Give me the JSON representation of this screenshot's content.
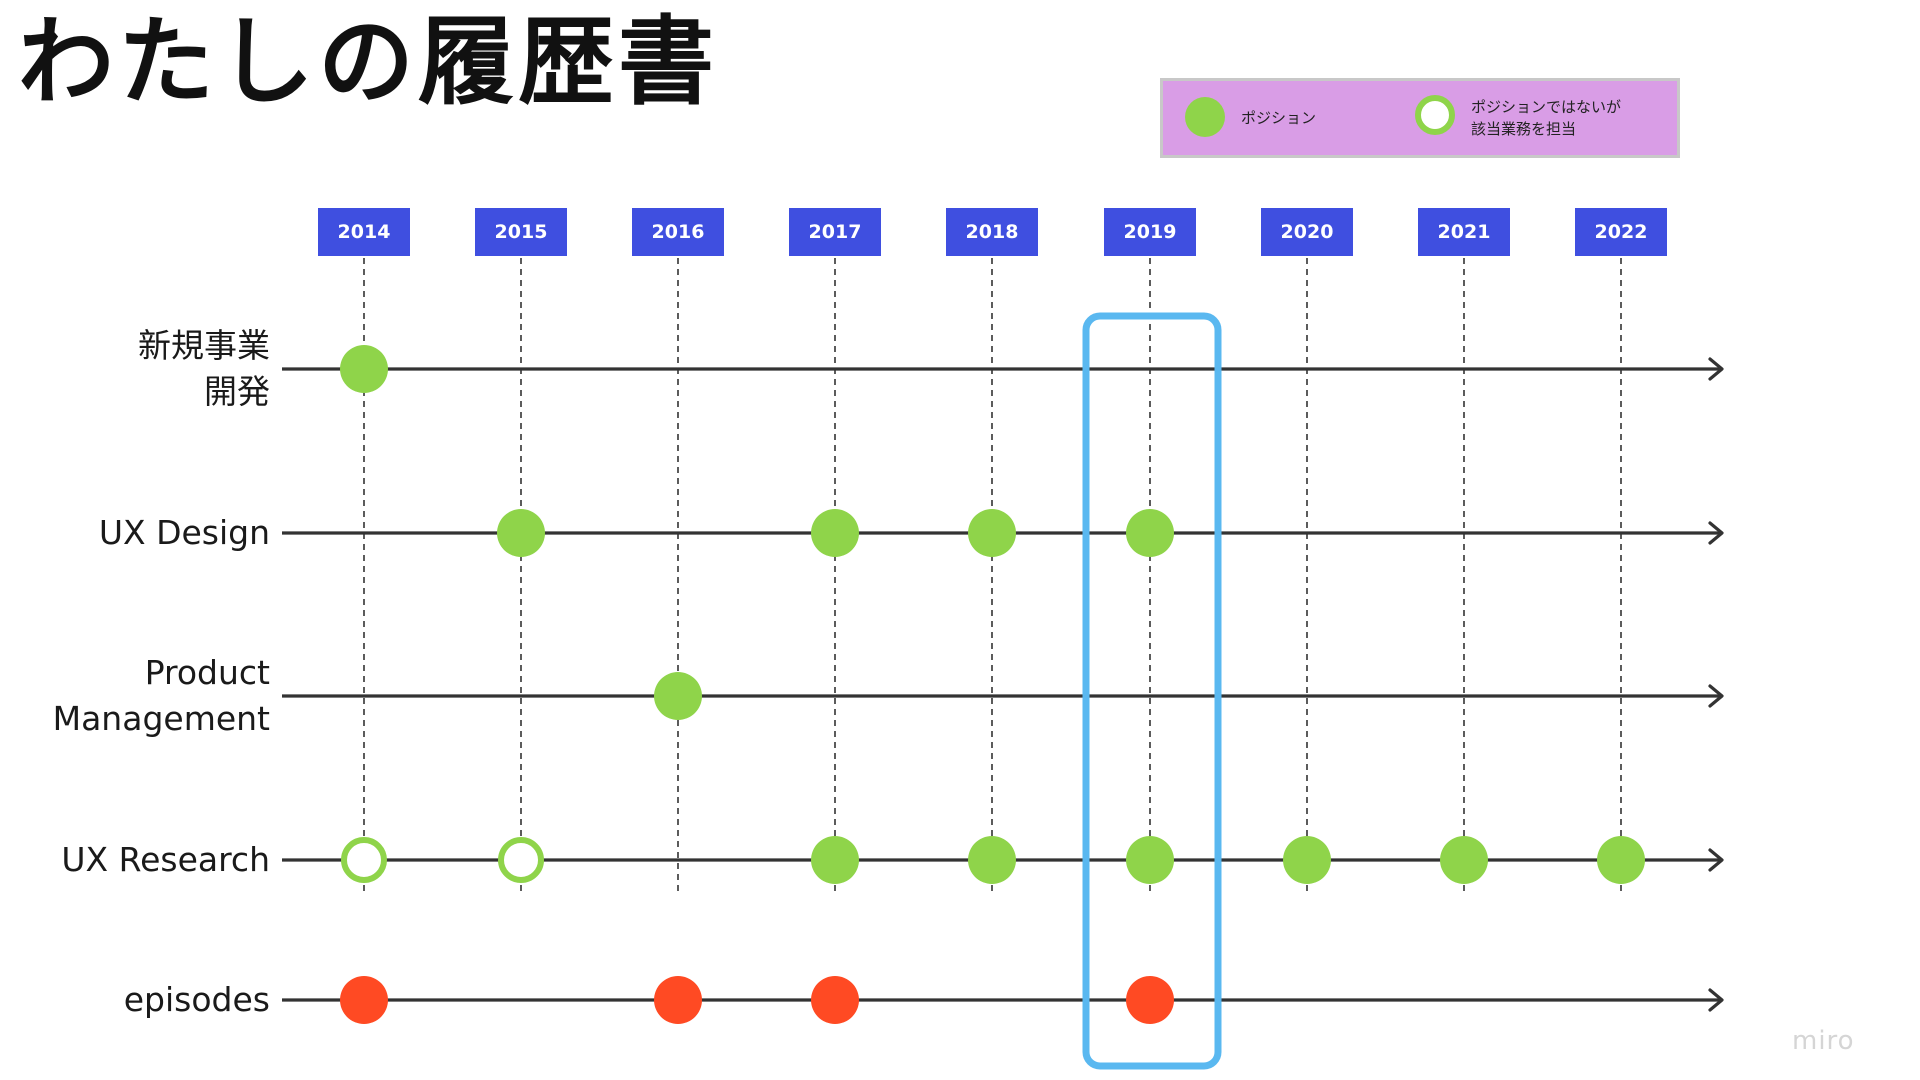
{
  "title": "わたしの履歴書",
  "legend": {
    "position_label": "ポジション",
    "task_line1": "ポジションではないが",
    "task_line2": "該当業務を担当"
  },
  "years": [
    "2014",
    "2015",
    "2016",
    "2017",
    "2018",
    "2019",
    "2020",
    "2021",
    "2022"
  ],
  "rows": [
    {
      "label_lines": [
        "新規事業",
        "開発"
      ],
      "markers": [
        {
          "year": "2014",
          "kind": "position"
        }
      ]
    },
    {
      "label_lines": [
        "UX Design"
      ],
      "markers": [
        {
          "year": "2015",
          "kind": "position"
        },
        {
          "year": "2017",
          "kind": "position"
        },
        {
          "year": "2018",
          "kind": "position"
        },
        {
          "year": "2019",
          "kind": "position"
        }
      ]
    },
    {
      "label_lines": [
        "Product",
        "Management"
      ],
      "markers": [
        {
          "year": "2016",
          "kind": "position"
        }
      ]
    },
    {
      "label_lines": [
        "UX Research"
      ],
      "markers": [
        {
          "year": "2014",
          "kind": "task"
        },
        {
          "year": "2015",
          "kind": "task"
        },
        {
          "year": "2017",
          "kind": "position"
        },
        {
          "year": "2018",
          "kind": "position"
        },
        {
          "year": "2019",
          "kind": "position"
        },
        {
          "year": "2020",
          "kind": "position"
        },
        {
          "year": "2021",
          "kind": "position"
        },
        {
          "year": "2022",
          "kind": "position"
        }
      ]
    },
    {
      "label_lines": [
        "episodes"
      ],
      "markers": [
        {
          "year": "2014",
          "kind": "episode"
        },
        {
          "year": "2016",
          "kind": "episode"
        },
        {
          "year": "2017",
          "kind": "episode"
        },
        {
          "year": "2019",
          "kind": "episode"
        }
      ]
    }
  ],
  "highlight_year": "2019",
  "colors": {
    "position": "#8fd44a",
    "episode": "#ff4a23",
    "year_badge": "#3f4fe0",
    "legend_bg": "#d99de6",
    "highlight": "#5ab8f0"
  },
  "watermark": "miro"
}
